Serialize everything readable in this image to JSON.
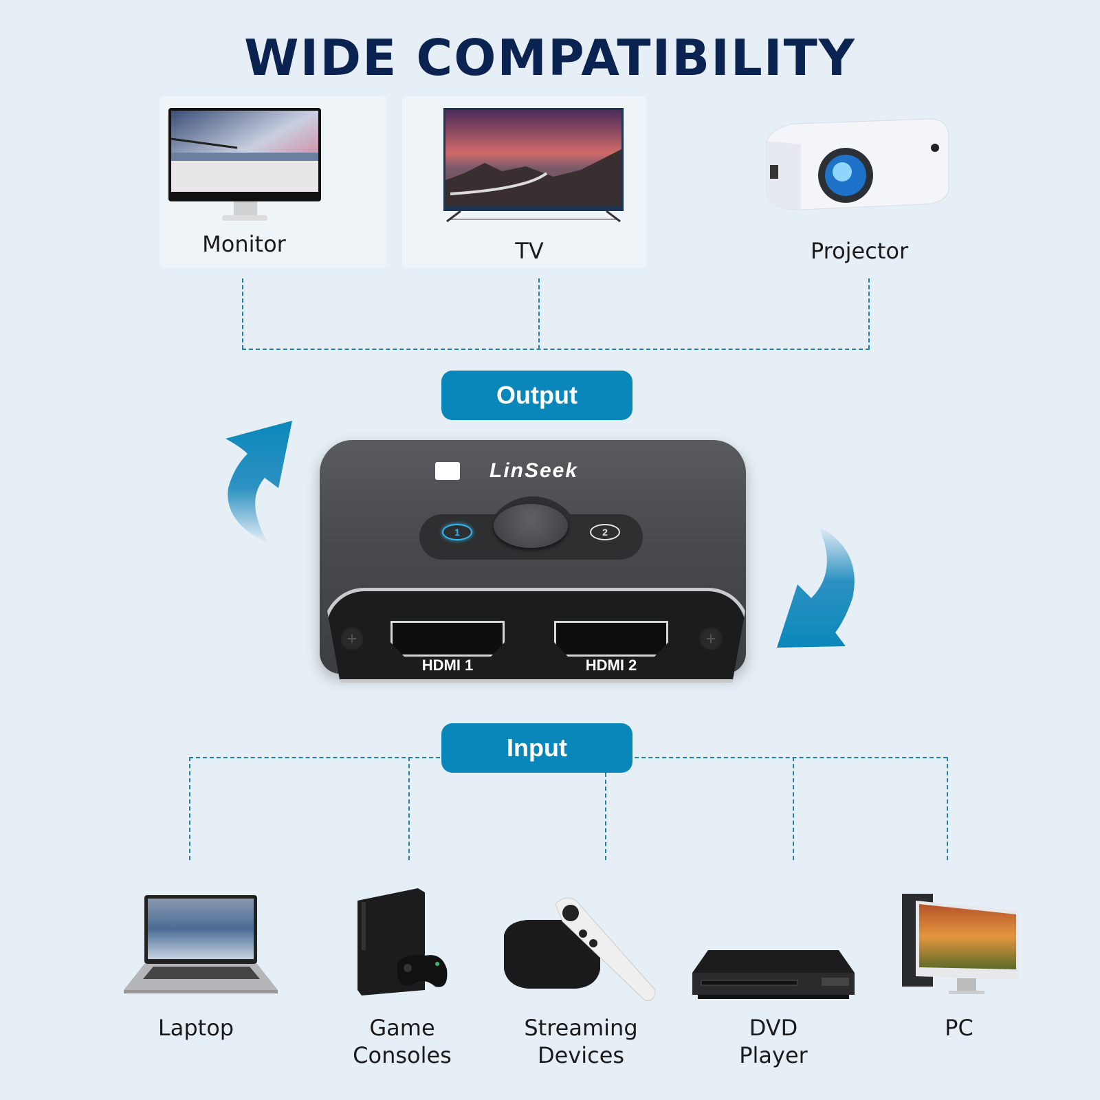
{
  "title": "WIDE COMPATIBILITY",
  "output": {
    "label": "Output",
    "devices": [
      {
        "name": "Monitor",
        "icon": "monitor-icon"
      },
      {
        "name": "TV",
        "icon": "tv-icon"
      },
      {
        "name": "Projector",
        "icon": "projector-icon"
      }
    ]
  },
  "switch": {
    "brand": "LinSeek",
    "led_1": "1",
    "led_2": "2",
    "port_1": "HDMI 1",
    "port_2": "HDMI 2",
    "active_led_color": "#33b7f0"
  },
  "input": {
    "label": "Input",
    "devices": [
      {
        "name_line1": "Laptop",
        "name_line2": "",
        "icon": "laptop-icon"
      },
      {
        "name_line1": "Game",
        "name_line2": "Consoles",
        "icon": "game-console-icon"
      },
      {
        "name_line1": "Streaming",
        "name_line2": "Devices",
        "icon": "streaming-box-icon"
      },
      {
        "name_line1": "DVD",
        "name_line2": "Player",
        "icon": "dvd-player-icon"
      },
      {
        "name_line1": "PC",
        "name_line2": "",
        "icon": "pc-icon"
      }
    ]
  },
  "colors": {
    "background": "#e6eef6",
    "title": "#0b2350",
    "pill": "#0a87ba",
    "dashed_line": "#1f7fa8",
    "arrow": "#0a87ba"
  }
}
